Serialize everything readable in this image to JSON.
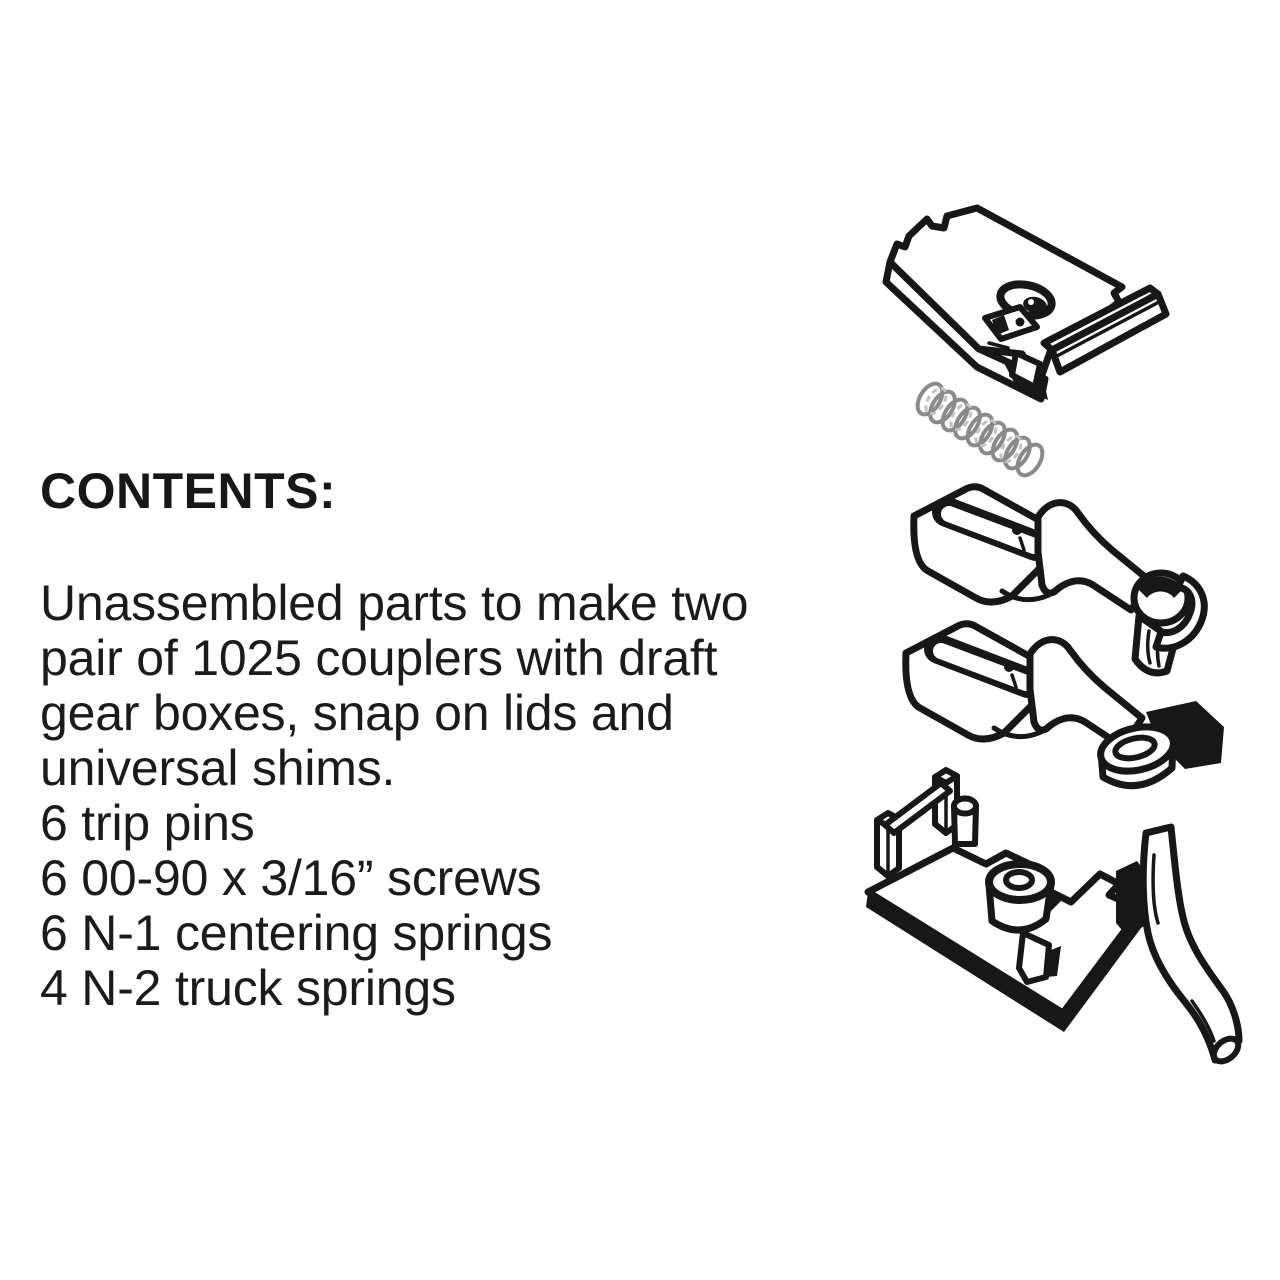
{
  "contents": {
    "heading": "CONTENTS:",
    "lines": [
      "Unassembled parts to make two",
      "pair of 1025 couplers with draft",
      "gear boxes, snap on lids and",
      "universal shims.",
      "6 trip pins",
      "6 00-90 x 3/16” screws",
      "6 N-1 centering springs",
      "4 N-2 truck springs"
    ]
  },
  "diagram": {
    "type": "exploded-parts-drawing",
    "parts": [
      "snap-on-lid",
      "centering-spring",
      "coupler-knuckle-half",
      "coupler-pad-half",
      "draft-gear-box",
      "trip-pin"
    ]
  },
  "colors": {
    "ink": "#171717",
    "spring_gray": "#8a8a8a",
    "background": "#ffffff"
  }
}
